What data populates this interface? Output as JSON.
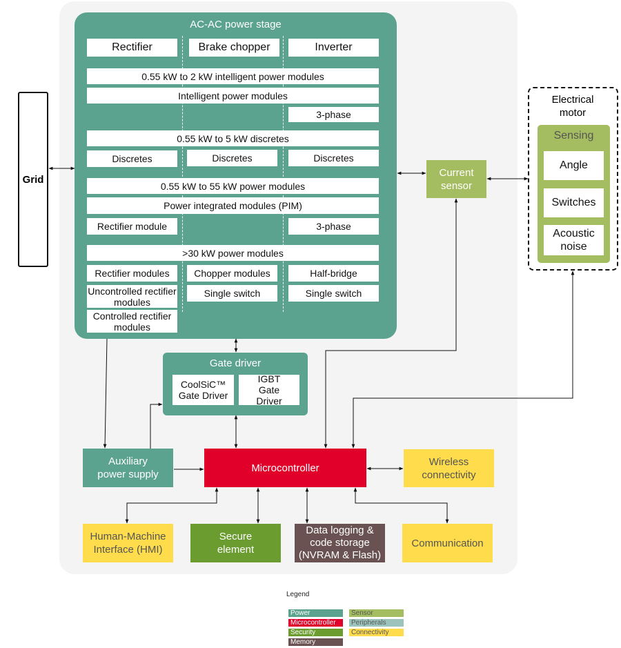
{
  "colors": {
    "power": "#5ba38e",
    "microcontroller": "#e0002a",
    "security": "#6b9c30",
    "memory": "#6a5252",
    "sensor": "#a4bd60",
    "peripherals": "#9cc4bd",
    "connectivity": "#fedc4b"
  },
  "grid": {
    "label": "Grid"
  },
  "stage": {
    "title": "AC-AC power stage",
    "headers": [
      "Rectifier",
      "Brake chopper",
      "Inverter"
    ],
    "ipm": {
      "range": "0.55 kW to 2 kW intelligent power modules",
      "modules": "Intelligent power modules",
      "three_phase": "3-phase"
    },
    "discretes": {
      "range": "0.55 kW to 5 kW discretes",
      "cells": [
        "Discretes",
        "Discretes",
        "Discretes"
      ]
    },
    "pim": {
      "range": "0.55 kW to 55 kW power modules",
      "modules": "Power integrated modules (PIM)",
      "rectifier_module": "Rectifier module",
      "three_phase": "3-phase"
    },
    "large": {
      "range": ">30 kW power modules",
      "rectifier_modules": "Rectifier modules",
      "chopper_modules": "Chopper modules",
      "half_bridge": "Half-bridge",
      "uncontrolled": "Uncontrolled rectifier modules",
      "single_switch_1": "Single switch",
      "single_switch_2": "Single switch",
      "controlled": "Controlled rectifier modules"
    }
  },
  "gate_driver": {
    "title": "Gate driver",
    "coolsic": "CoolSiC™ Gate Driver",
    "igbt": "IGBT Gate Driver"
  },
  "current_sensor": {
    "label": "Current sensor"
  },
  "motor": {
    "title": "Electrical motor",
    "sensing": "Sensing",
    "items": [
      "Angle",
      "Switches",
      "Acoustic noise"
    ]
  },
  "aux_power": {
    "label": "Auxiliary power supply"
  },
  "microcontroller": {
    "label": "Microcontroller"
  },
  "wireless": {
    "label": "Wireless connectivity"
  },
  "hmi": {
    "label": "Human-Machine Interface (HMI)"
  },
  "secure": {
    "label": "Secure element"
  },
  "datalog": {
    "label": "Data logging & code storage (NVRAM & Flash)"
  },
  "communication": {
    "label": "Communication"
  },
  "legend": {
    "title": "Legend",
    "items": [
      "Power",
      "Microcontroller",
      "Security",
      "Memory",
      "Sensor",
      "Peripherals",
      "Connectivity"
    ]
  }
}
